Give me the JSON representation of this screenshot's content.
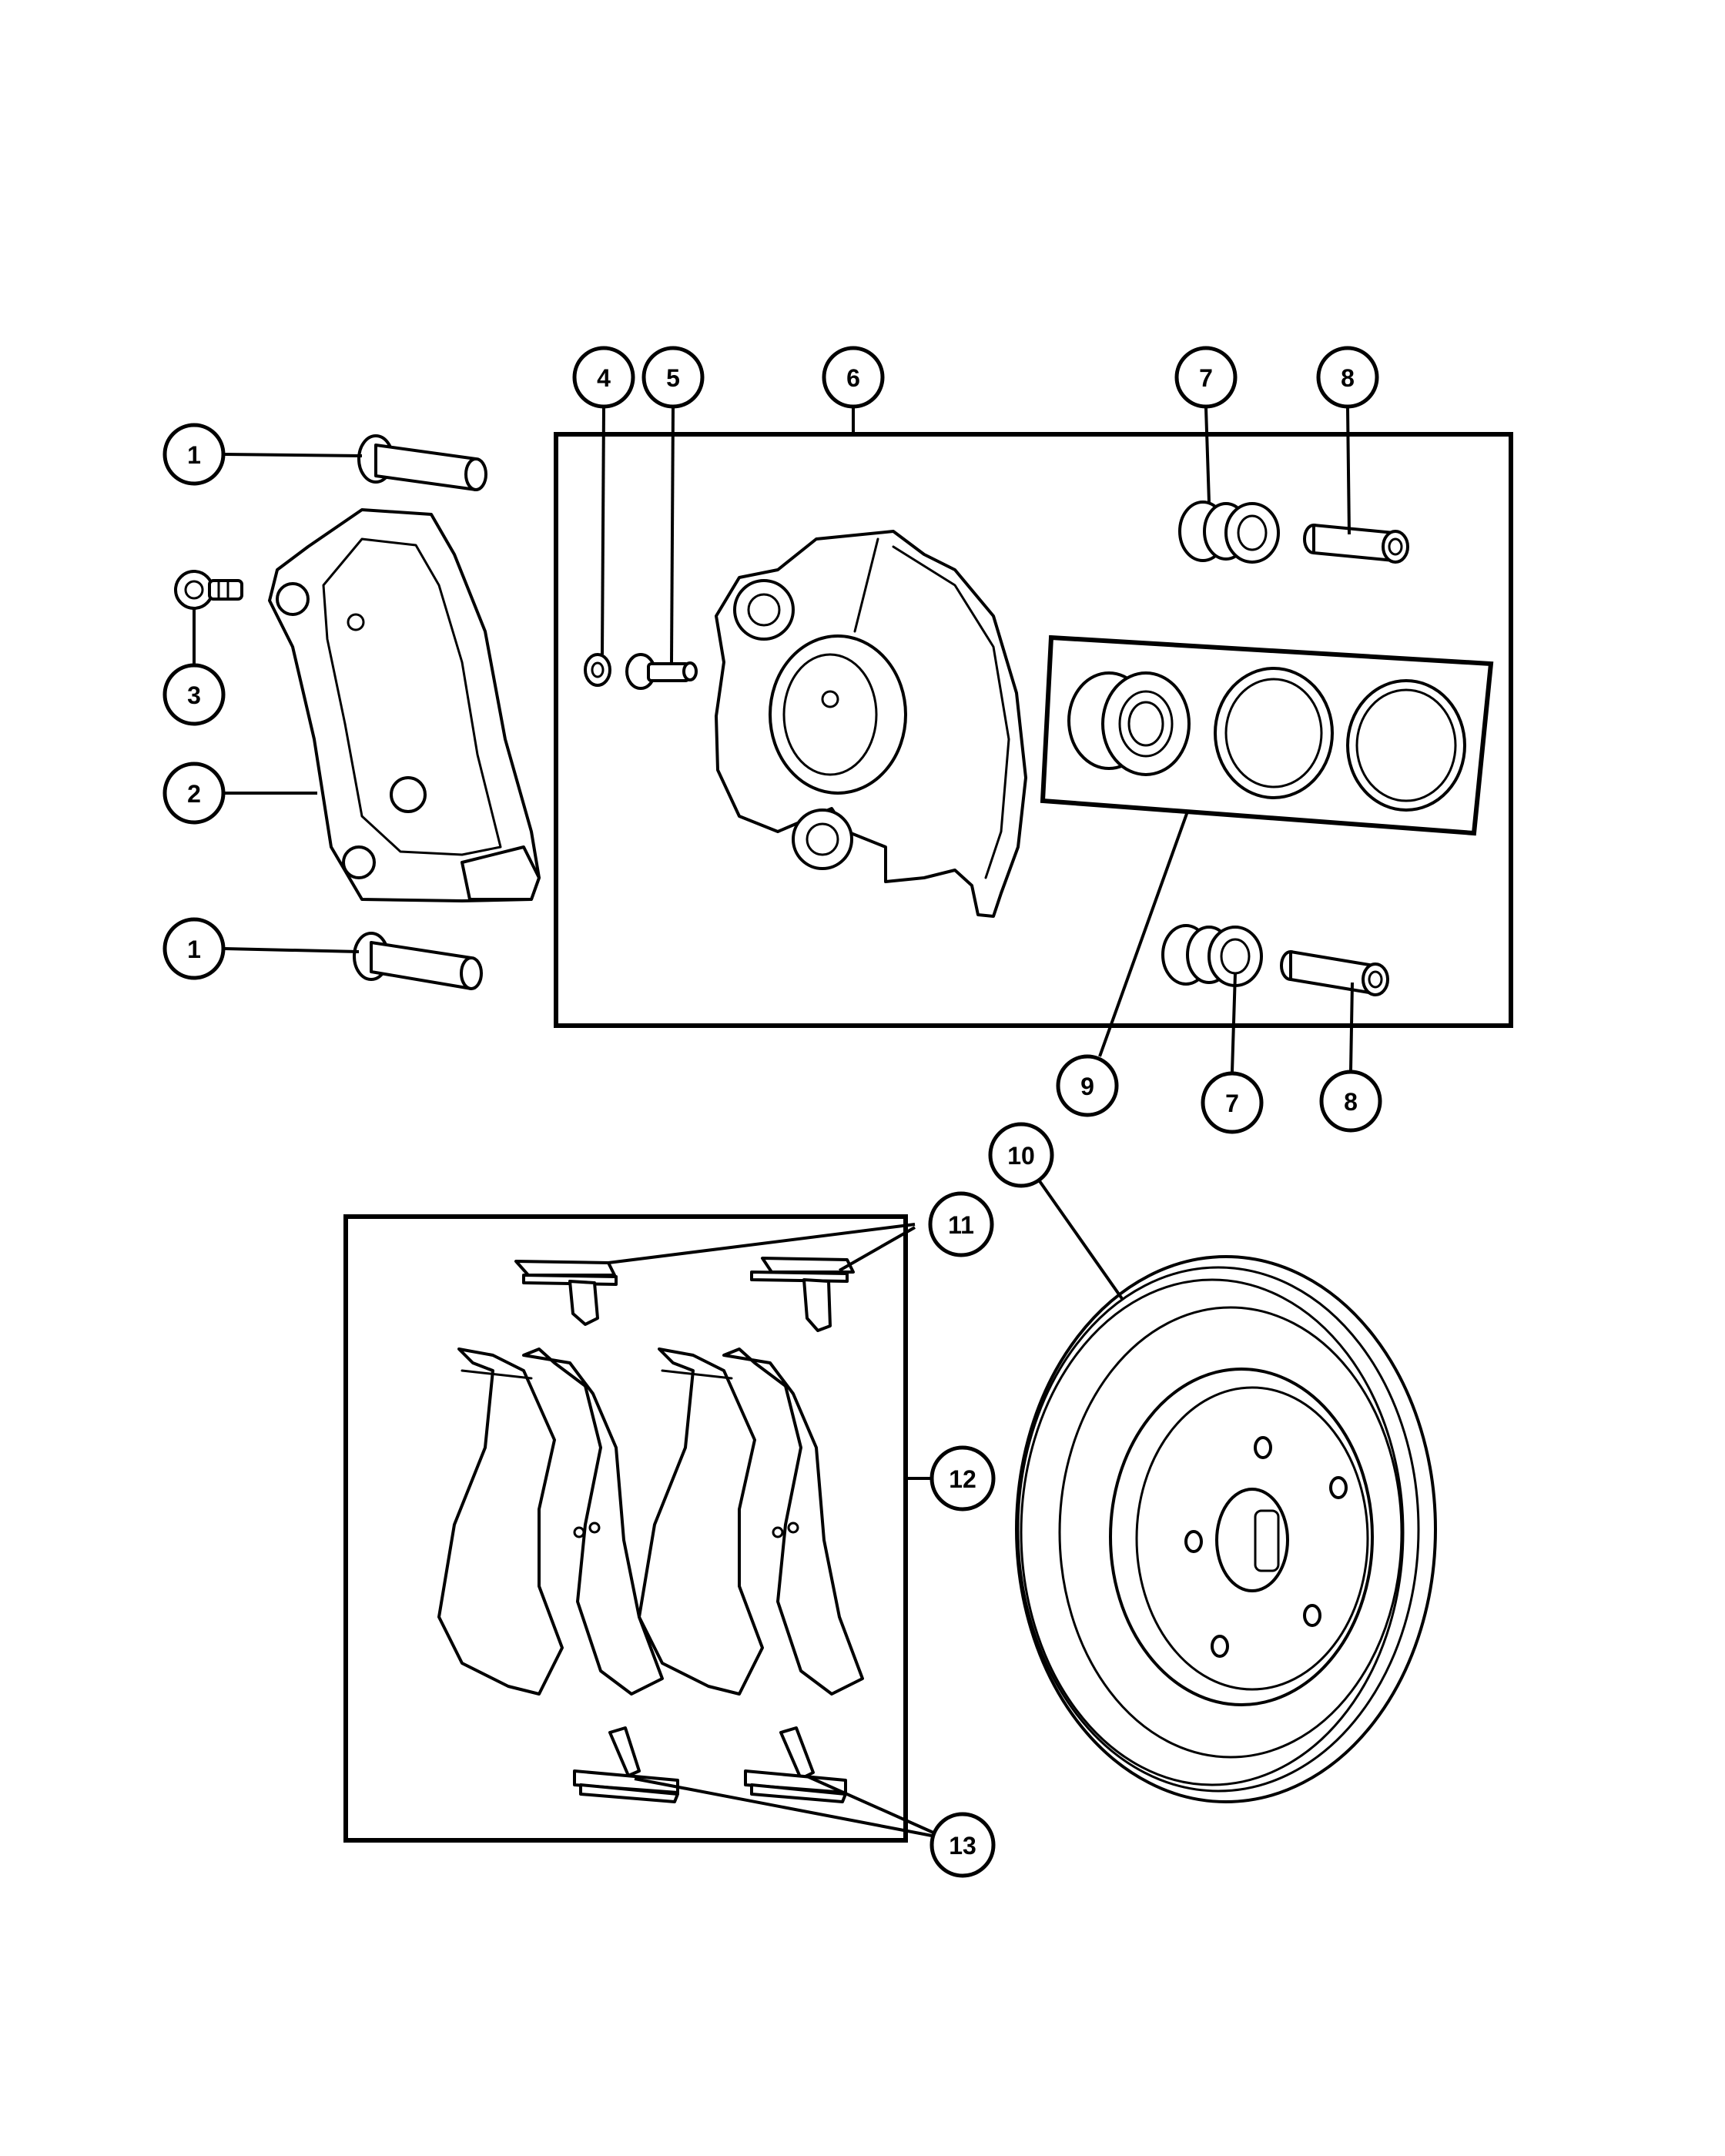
{
  "callouts": [
    {
      "id": "c1a",
      "label": "1"
    },
    {
      "id": "c1b",
      "label": "1"
    },
    {
      "id": "c2",
      "label": "2"
    },
    {
      "id": "c3",
      "label": "3"
    },
    {
      "id": "c4",
      "label": "4"
    },
    {
      "id": "c5",
      "label": "5"
    },
    {
      "id": "c6",
      "label": "6"
    },
    {
      "id": "c7a",
      "label": "7"
    },
    {
      "id": "c7b",
      "label": "7"
    },
    {
      "id": "c8a",
      "label": "8"
    },
    {
      "id": "c8b",
      "label": "8"
    },
    {
      "id": "c9",
      "label": "9"
    },
    {
      "id": "c10",
      "label": "10"
    },
    {
      "id": "c11",
      "label": "11"
    },
    {
      "id": "c12",
      "label": "12"
    },
    {
      "id": "c13",
      "label": "13"
    }
  ]
}
